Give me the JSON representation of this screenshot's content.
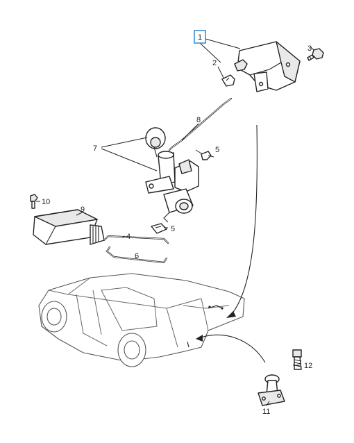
{
  "diagram": {
    "highlight_color": "#3b8fd6",
    "callouts": {
      "c1": "1",
      "c2": "2",
      "c3": "3",
      "c4": "4",
      "c5a": "5",
      "c5b": "5",
      "c6": "6",
      "c7": "7",
      "c8": "8",
      "c9": "9",
      "c10": "10",
      "c11": "11",
      "c12": "12"
    }
  }
}
